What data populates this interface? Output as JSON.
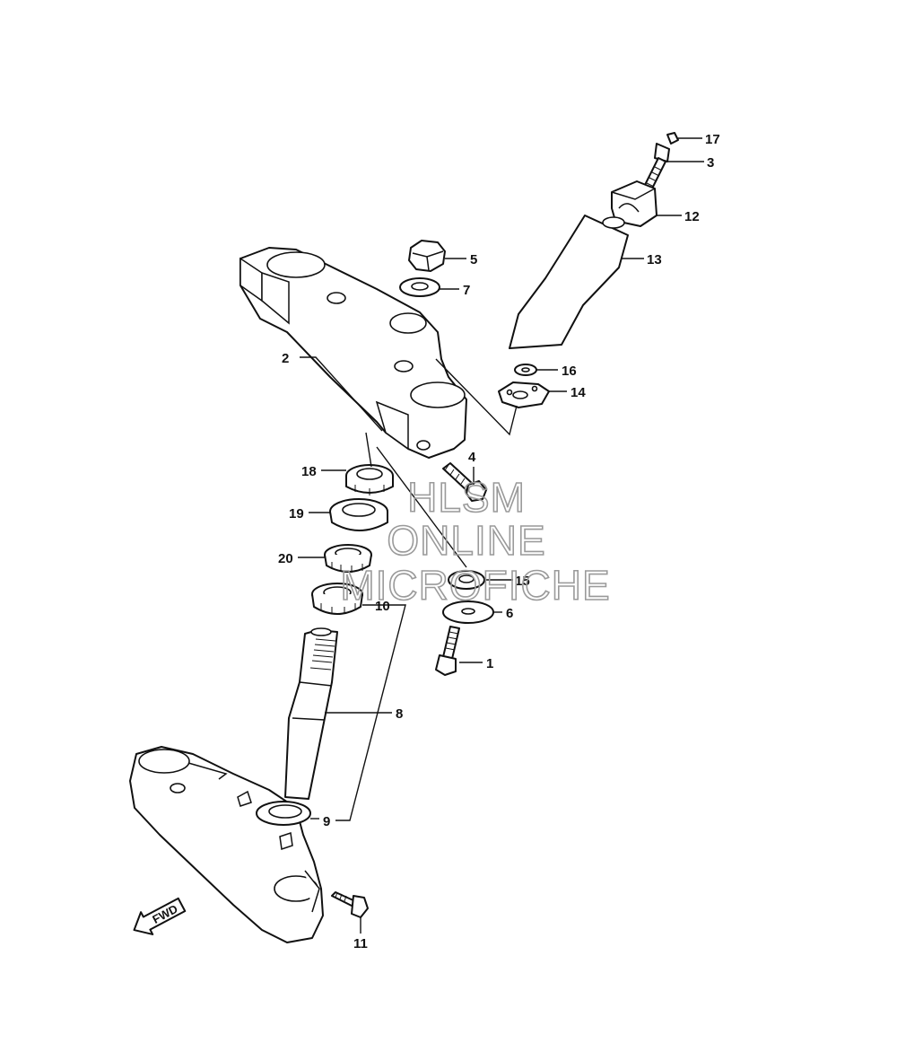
{
  "diagram": {
    "parts": [
      {
        "number": "1"
      },
      {
        "number": "2"
      },
      {
        "number": "3"
      },
      {
        "number": "4"
      },
      {
        "number": "5"
      },
      {
        "number": "6"
      },
      {
        "number": "7"
      },
      {
        "number": "8"
      },
      {
        "number": "9"
      },
      {
        "number": "10"
      },
      {
        "number": "11"
      },
      {
        "number": "12"
      },
      {
        "number": "13"
      },
      {
        "number": "14"
      },
      {
        "number": "15"
      },
      {
        "number": "16"
      },
      {
        "number": "17"
      },
      {
        "number": "18"
      },
      {
        "number": "19"
      },
      {
        "number": "20"
      }
    ],
    "direction_marker": "FWD"
  },
  "watermark": {
    "line1": "HLSM",
    "line2": "ONLINE",
    "line3": "MICROFICHE"
  }
}
